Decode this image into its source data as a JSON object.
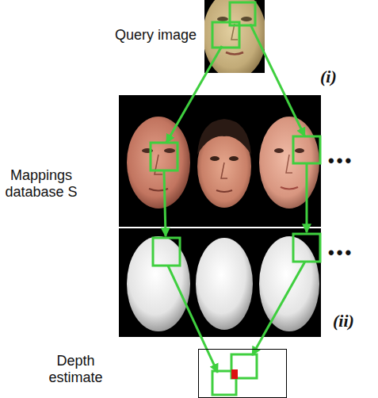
{
  "diagram": {
    "nodes": [
      {
        "text": [
          "Query image"
        ]
      },
      {
        "text": [
          "Mappings database S"
        ]
      },
      {
        "text": [
          "Depth estimate"
        ]
      }
    ],
    "edges": [
      {
        "from": 0,
        "to": 1,
        "arrow": "to"
      },
      {
        "from": 0,
        "to": 1,
        "arrow": "to"
      },
      {
        "from": 1,
        "to": 2,
        "arrow": "to"
      },
      {
        "from": 1,
        "to": 2,
        "arrow": "to"
      }
    ],
    "labels": [
      "(i)",
      "•••",
      "•••",
      "(ii)"
    ]
  }
}
